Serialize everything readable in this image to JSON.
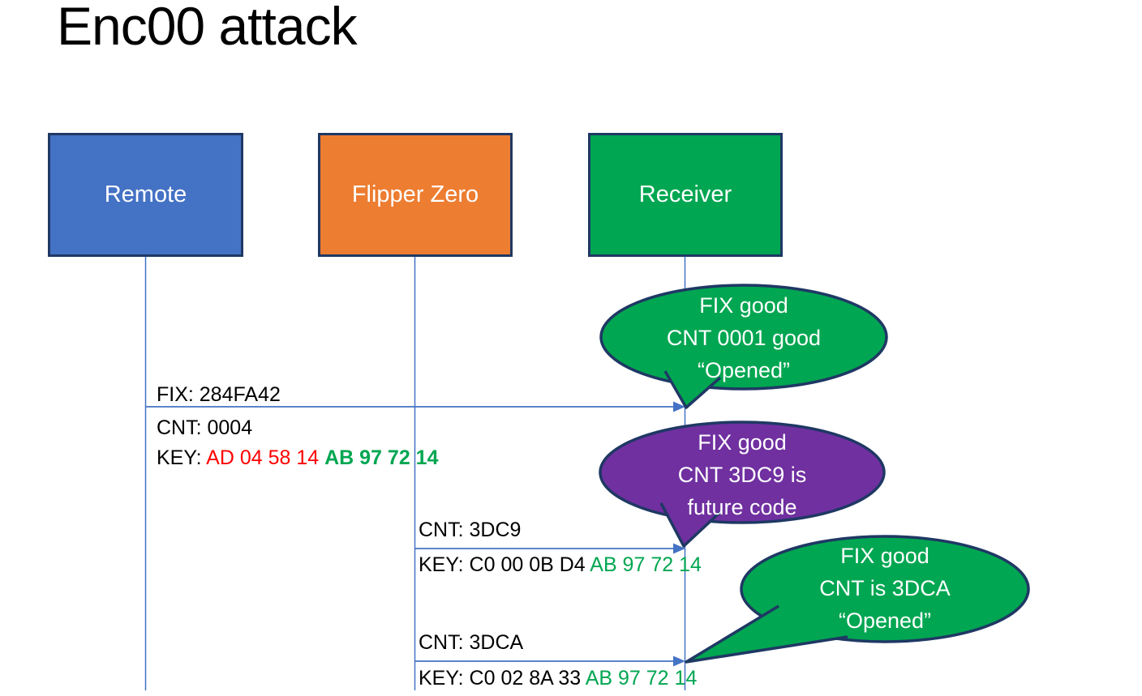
{
  "title": "Enc00 attack",
  "actors": [
    {
      "label": "Remote",
      "color": "#4472C4"
    },
    {
      "label": "Flipper Zero",
      "color": "#ED7D31"
    },
    {
      "label": "Receiver",
      "color": "#00A651"
    }
  ],
  "messages": [
    {
      "from": "Remote",
      "to": "Receiver",
      "above": "FIX: 284FA42",
      "line2": "CNT: 0004",
      "key_label": "KEY: ",
      "key_red": "AD 04 58 14 ",
      "key_green": "AB 97 72 14"
    },
    {
      "from": "Flipper Zero",
      "to": "Receiver",
      "above": "CNT: 3DC9",
      "key_label": "KEY: ",
      "key_black": "C0 00 0B D4 ",
      "key_green": "AB 97 72 14"
    },
    {
      "from": "Flipper Zero",
      "to": "Receiver",
      "above": "CNT: 3DCA",
      "key_label": "KEY: ",
      "key_black": "C0 02 8A 33 ",
      "key_green": "AB 97 72 14"
    }
  ],
  "bubbles": [
    {
      "color": "#00A651",
      "lines": [
        "FIX good",
        "CNT 0001 good",
        "“Opened”"
      ]
    },
    {
      "color": "#7030A0",
      "lines": [
        "FIX good",
        "CNT 3DC9 is",
        "future code"
      ]
    },
    {
      "color": "#00A651",
      "lines": [
        "FIX good",
        "CNT is 3DCA",
        "“Opened”"
      ]
    }
  ],
  "colors": {
    "accent_blue": "#4472C4",
    "accent_orange": "#ED7D31",
    "accent_green": "#00A651",
    "accent_purple": "#7030A0",
    "outline_navy": "#1F3864",
    "connector_blue": "#4472C4",
    "key_red": "#FF0000",
    "key_green": "#00A651",
    "text_black": "#000000",
    "background": "#FFFFFF"
  }
}
